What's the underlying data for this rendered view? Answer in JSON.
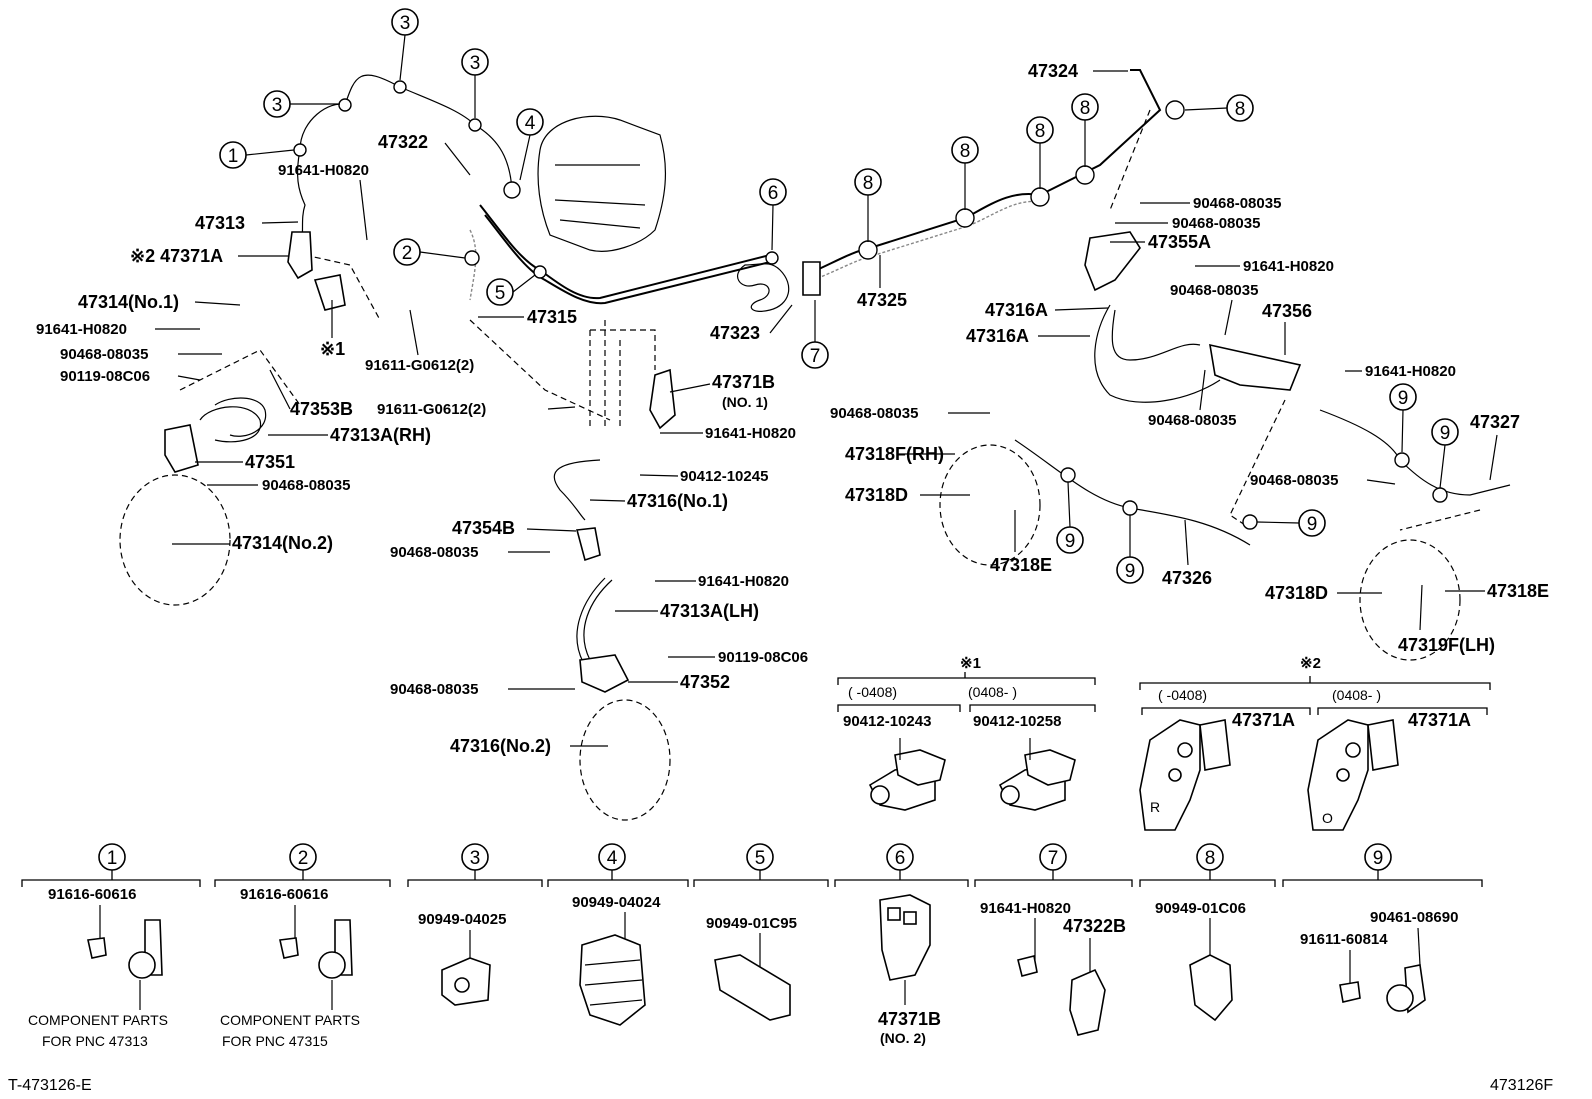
{
  "diagram": {
    "main_callouts": {
      "c1": "1",
      "c2": "2",
      "c3": "3",
      "c4": "4",
      "c5": "5",
      "c6": "6",
      "c7": "7",
      "c8": "8",
      "c9": "9"
    },
    "notes": {
      "n1": "※1",
      "n2": "※2"
    },
    "labels": {
      "p47324": "47324",
      "p47322": "47322",
      "p91641_top": "91641-H0820",
      "p47313": "47313",
      "p47371A_top": "※2 47371A",
      "p47314no1": "47314(No.1)",
      "p91641_left": "91641-H0820",
      "p90468_left": "90468-08035",
      "p90119_left": "90119-08C06",
      "p47353B": "47353B",
      "p47313A_RH": "47313A(RH)",
      "p47351": "47351",
      "p90468_left2": "90468-08035",
      "p47314no2": "47314(No.2)",
      "p91611_top": "91611-G0612(2)",
      "p47315": "47315",
      "p47323": "47323",
      "p47325": "47325",
      "p47371B": "47371B",
      "p47371B_sub": "(NO. 1)",
      "p91611_mid": "91611-G0612(2)",
      "p91641_mid": "91641-H0820",
      "p90412_10245": "90412-10245",
      "p47316no1": "47316(No.1)",
      "p47354B": "47354B",
      "p90468_mid": "90468-08035",
      "p91641_mid2": "91641-H0820",
      "p47313A_LH": "47313A(LH)",
      "p90119_mid": "90119-08C06",
      "p90468_mid2": "90468-08035",
      "p47352": "47352",
      "p47316no2": "47316(No.2)",
      "p90468_r1": "90468-08035",
      "p90468_r2": "90468-08035",
      "p47355A": "47355A",
      "p91641_r1": "91641-H0820",
      "p90468_r3": "90468-08035",
      "p47316A_1": "47316A",
      "p47316A_2": "47316A",
      "p47356": "47356",
      "p91641_r2": "91641-H0820",
      "p90468_r4": "90468-08035",
      "p90468_r5": "90468-08035",
      "p47318F_RH": "47318F(RH)",
      "p47327": "47327",
      "p47318D_1": "47318D",
      "p47318E_1": "47318E",
      "p90468_r6": "90468-08035",
      "p47326": "47326",
      "p47318D_2": "47318D",
      "p47318E_2": "47318E",
      "p47319F_LH": "47319F(LH)"
    },
    "inset_note1": {
      "mark": "※1",
      "col1_range": "( -0408)",
      "col2_range": "(0408-     )",
      "col1_part": "90412-10243",
      "col2_part": "90412-10258"
    },
    "inset_note2": {
      "mark": "※2",
      "col1_range": "( -0408)",
      "col2_range": "(0408-     )",
      "col1_part": "47371A",
      "col2_part": "47371A"
    },
    "legend": [
      {
        "num": "1",
        "parts": [
          "91616-60616"
        ],
        "note1": "COMPONENT PARTS",
        "note2": "FOR PNC 47313"
      },
      {
        "num": "2",
        "parts": [
          "91616-60616"
        ],
        "note1": "COMPONENT PARTS",
        "note2": "FOR PNC 47315"
      },
      {
        "num": "3",
        "parts": [
          "90949-04025"
        ]
      },
      {
        "num": "4",
        "parts": [
          "90949-04024"
        ]
      },
      {
        "num": "5",
        "parts": [
          "90949-01C95"
        ]
      },
      {
        "num": "6",
        "parts": [
          "47371B"
        ],
        "note1": "(NO. 2)"
      },
      {
        "num": "7",
        "parts": [
          "91641-H0820",
          "47322B"
        ]
      },
      {
        "num": "8",
        "parts": [
          "90949-01C06"
        ]
      },
      {
        "num": "9",
        "parts": [
          "90461-08690",
          "91611-60814"
        ]
      }
    ],
    "footer": {
      "left": "T-473126-E",
      "right": "473126F"
    }
  }
}
